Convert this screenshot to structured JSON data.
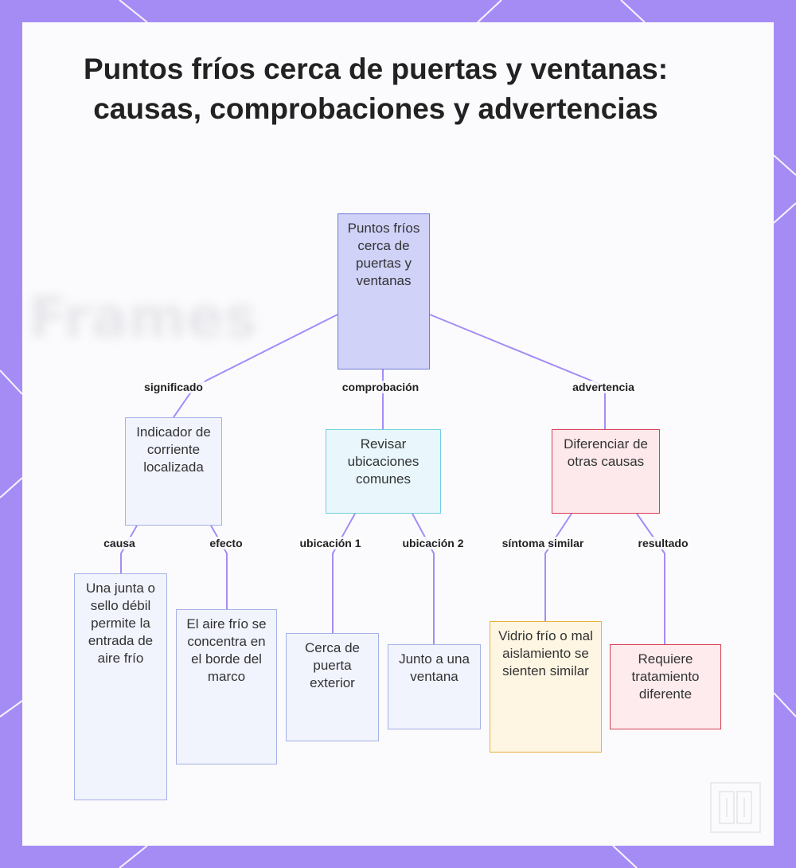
{
  "title": "Puntos fríos cerca de puertas y ventanas: causas, comprobaciones y advertencias",
  "colors": {
    "frame": "#a58cf5",
    "link": "#a58cf5",
    "root_fill": "#d0d2f8",
    "cyan_border": "#6fcfe1",
    "red_border": "#d73e51",
    "orange_border": "#e7b23f"
  },
  "nodes": {
    "root": "Puntos fríos cerca de puertas y ventanas",
    "indicator": "Indicador de corriente localizada",
    "check": "Revisar ubicaciones comunes",
    "differentiate": "Diferenciar de otras causas",
    "seal": "Una junta o sello débil permite la entrada de aire frío",
    "cold_air": "El aire frío se concentra en el borde del marco",
    "door": "Cerca de puerta exterior",
    "window": "Junto a una ventana",
    "glass": "Vidrio frío o mal aislamiento se sienten similar",
    "treatment": "Requiere tratamiento diferente"
  },
  "edges": {
    "meaning": "significado",
    "check": "comprobación",
    "warning": "advertencia",
    "cause": "causa",
    "effect": "efecto",
    "location1": "ubicación 1",
    "location2": "ubicación 2",
    "similar_symptom": "síntoma similar",
    "result": "resultado"
  },
  "background_text": [
    "Frames"
  ]
}
